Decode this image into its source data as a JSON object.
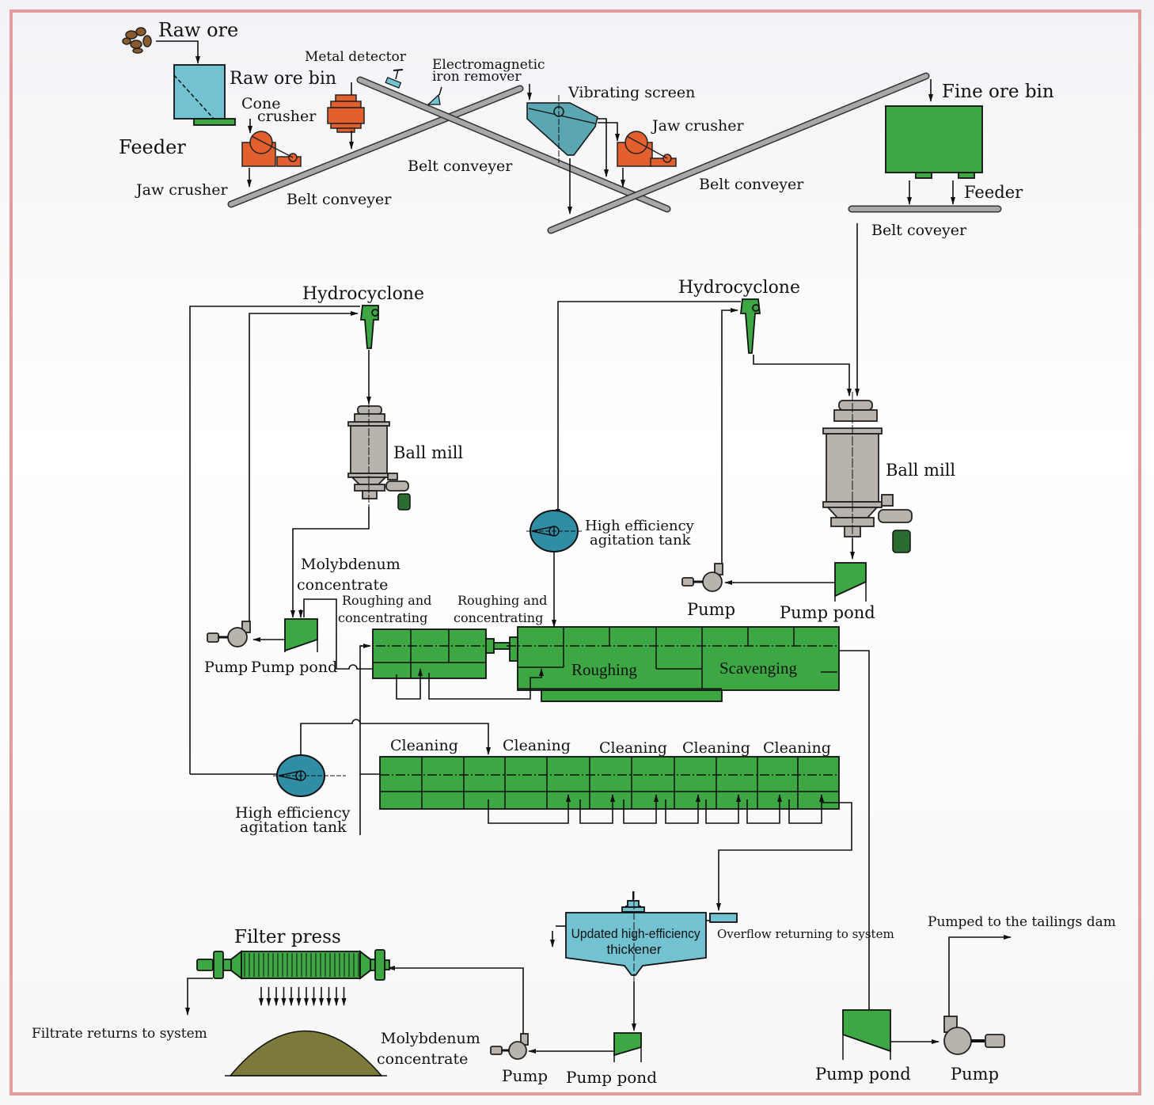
{
  "diagram": {
    "type": "molybdenum ore beneficiation process flowchart",
    "colors": {
      "frame": "#e59a9c",
      "equipment_green": "#3da843",
      "equipment_gray": "#b9b3ae",
      "bin_blue": "#73c2d2",
      "agitator_blue": "#2f8ea6",
      "crusher_orange": "#e3602e",
      "concentrate_pile": "#7b7a3a",
      "ore_brown": "#8a5a2b"
    },
    "crushing": {
      "raw_ore": "Raw ore",
      "raw_ore_bin": "Raw ore bin",
      "feeder_1": "Feeder",
      "jaw_crusher_1": "Jaw crusher",
      "cone_crusher_line1": "Cone",
      "cone_crusher_line2": "crusher",
      "metal_detector": "Metal detector",
      "iron_remover_line1": "Electromagnetic",
      "iron_remover_line2": "iron remover",
      "vibrating_screen": "Vibrating screen",
      "jaw_crusher_2": "Jaw crusher",
      "belt_conveyer_1": "Belt conveyer",
      "belt_conveyer_2": "Belt conveyer",
      "belt_conveyer_3": "Belt conveyer",
      "fine_ore_bin": "Fine ore bin",
      "feeder_2": "Feeder",
      "belt_coveyer": "Belt coveyer"
    },
    "grinding": {
      "hydrocyclone_1": "Hydrocyclone",
      "hydrocyclone_2": "Hydrocyclone",
      "ball_mill_1": "Ball mill",
      "ball_mill_2": "Ball mill",
      "agitation_tank_1_line1": "High efficiency",
      "agitation_tank_1_line2": "agitation tank",
      "pump_1": "Pump",
      "pump_pond_1": "Pump pond"
    },
    "flotation": {
      "moly_concentrate_line1": "Molybdenum",
      "moly_concentrate_line2": "concentrate",
      "roughing_conc_1_line1": "Roughing and",
      "roughing_conc_1_line2": "concentrating",
      "roughing_conc_2_line1": "Roughing and",
      "roughing_conc_2_line2": "concentrating",
      "roughing": "Roughing",
      "scavenging": "Scavenging",
      "pump_2": "Pump",
      "pump_pond_2": "Pump pond",
      "cleaning_labels": [
        "Cleaning",
        "Cleaning",
        "Cleaning",
        "Cleaning",
        "Cleaning"
      ],
      "agitation_tank_2_line1": "High efficiency",
      "agitation_tank_2_line2": "agitation tank"
    },
    "dewatering": {
      "thickener_line1": "Updated high-efficiency",
      "thickener_line2": "thickener",
      "overflow": "Overflow returning to system",
      "filter_press": "Filter press",
      "filtrate": "Filtrate returns to system",
      "moly_concentrate_line1": "Molybdenum",
      "moly_concentrate_line2": "concentrate",
      "pump_3": "Pump",
      "pump_pond_3": "Pump pond"
    },
    "tailings": {
      "pumped_to_dam": "Pumped to the tailings dam",
      "pump_pond_4": "Pump pond",
      "pump_4": "Pump"
    }
  }
}
